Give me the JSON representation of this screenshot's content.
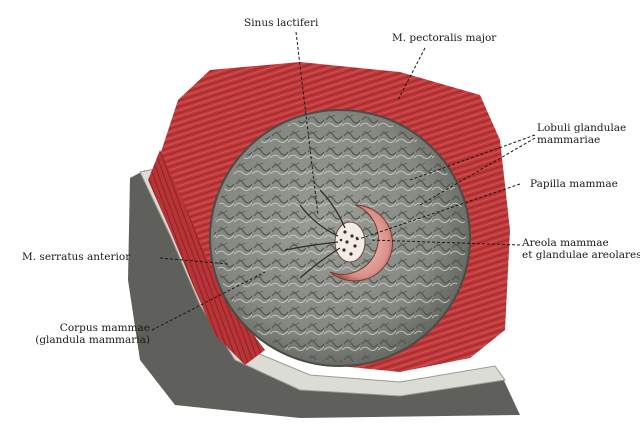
{
  "labels": {
    "sinus_lactiferi": "Sinus lactiferi",
    "pectoralis_major": "M. pectoralis major",
    "lobuli_line1": "Lobuli glandulae",
    "lobuli_line2": "mammariae",
    "papilla": "Papilla mammae",
    "serratus": "M. serratus anterior",
    "areola_line1": "Areola mammae",
    "areola_line2": "et glandulae areolares",
    "corpus_line1": "Corpus mammae",
    "corpus_line2": "(glandula mammaria)"
  },
  "colors": {
    "muscle": "#c0393b",
    "muscle_dark": "#8f2226",
    "gland": "#8e918b",
    "gland_dark": "#55574f",
    "areola": "#d9918a",
    "skin_edge": "#d8d8d3",
    "shadow": "#5e5e5a"
  }
}
